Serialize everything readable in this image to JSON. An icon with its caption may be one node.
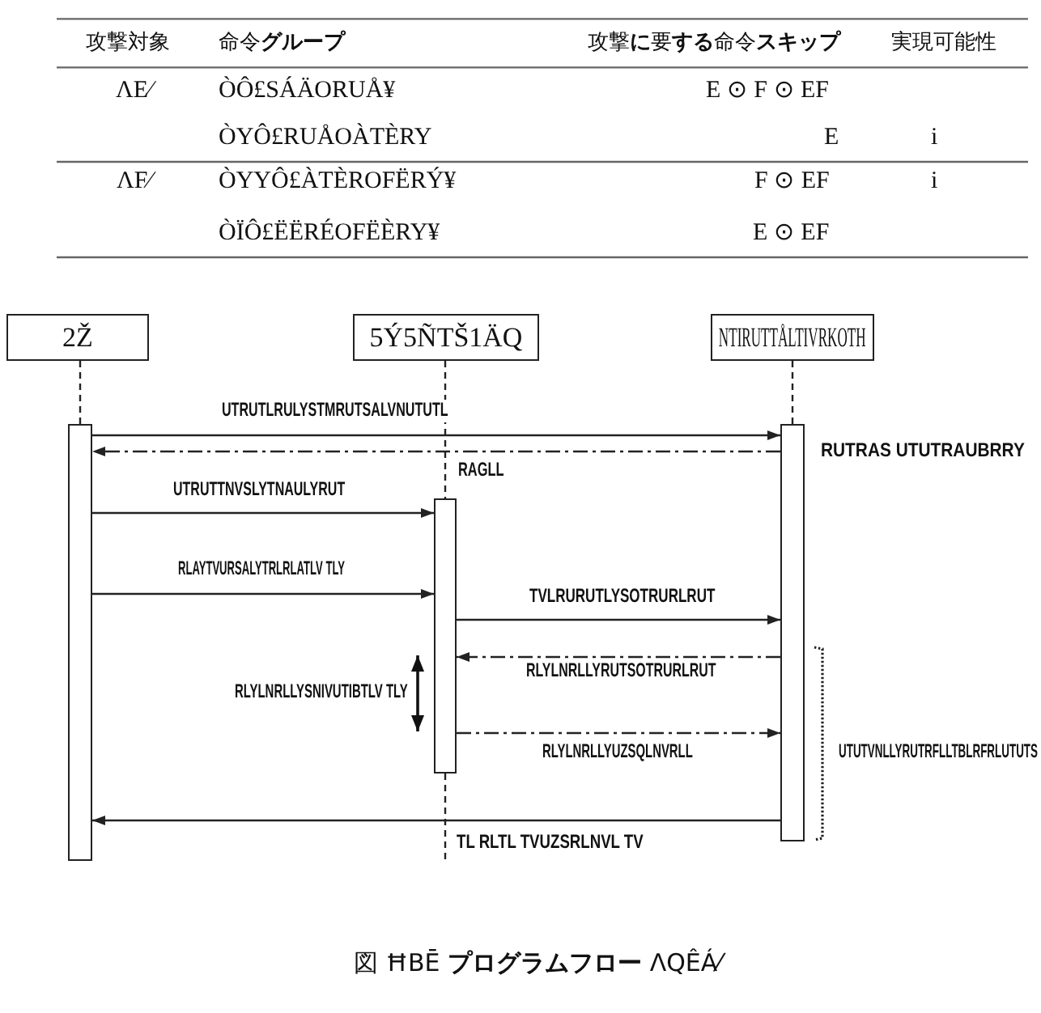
{
  "diagram": {
    "caption": "図 ĦBĒ **プログラムフロー** ΛQÊÁ⁄",
    "nodes": [
      {
        "text": [
          "2Ž"
        ]
      },
      {
        "text": [
          "5Ý5ÑTŠ1ÄQ"
        ]
      },
      {
        "text": [
          "NTIRUTTÅLTIVRKOTH"
        ]
      },
      {
        "text": [],
        "shape": "bar"
      },
      {
        "text": [],
        "shape": "bar"
      },
      {
        "text": [],
        "shape": "bar",
        "beside": [
          "RUTRAS UTUTRAUBRRY"
        ]
      }
    ],
    "edges": [
      {
        "from": 0,
        "to": 3,
        "arrow": "none",
        "style": "dashed"
      },
      {
        "from": 1,
        "to": 4,
        "arrow": "none",
        "style": "dashed"
      },
      {
        "from": 2,
        "to": 5,
        "arrow": "none",
        "style": "dashed"
      },
      {
        "from": 4,
        "to": null,
        "arrow": "none",
        "style": "dashed"
      },
      {
        "from": 3,
        "to": 5,
        "arrow": "to",
        "label": "UTRUTLRULYSTMRUTSALVNUTUTL"
      },
      {
        "from": 5,
        "to": 3,
        "arrow": "to",
        "style": "dashed",
        "label": "RAGLL"
      },
      {
        "from": 3,
        "to": 4,
        "arrow": "to",
        "label": "UTRUTTNVSLYTNAULYRUT"
      },
      {
        "from": 3,
        "to": 4,
        "arrow": "to",
        "label": "RLAYTVURSALYTRLRLATLV TLY"
      },
      {
        "from": 4,
        "to": 5,
        "arrow": "to",
        "label": "TVLRURUTLYSOTRURLRUT"
      },
      {
        "from": 5,
        "to": 4,
        "arrow": "to",
        "style": "dashed",
        "label": "RLYLNRLLYRUTSOTRURLRUT"
      },
      {
        "from": 4,
        "to": 5,
        "arrow": "to",
        "style": "dashed",
        "label": "RLYLNRLLYUZSQLNVRLL"
      },
      {
        "from": 5,
        "to": 3,
        "arrow": "to",
        "label": "TL RLTL TVUZSRLNVL TV"
      }
    ],
    "labels": [
      "攻撃対象",
      "命令**グループ**",
      "攻撃**に**要**する**命令**スキップ**",
      "実現可能性",
      "ΛE⁄",
      "ÒÔ£SÁÄORUÅ¥",
      "E ⊙ F ⊙ EF",
      "ÒYÔ£RUÅOÀTÈRY",
      "E",
      "i",
      "ΛF⁄",
      "ÒYYÔ£ÀTÈROFËRÝ¥",
      "F ⊙ EF",
      "i",
      "ÒÏÔ£ËËRÉOFËÈRY¥",
      "E ⊙ EF",
      "RLYLNRLLYSNIVUTIBTLV TLY",
      "UTUTVNLLYRUTRFLLTBLRFRLUTUTS"
    ]
  }
}
